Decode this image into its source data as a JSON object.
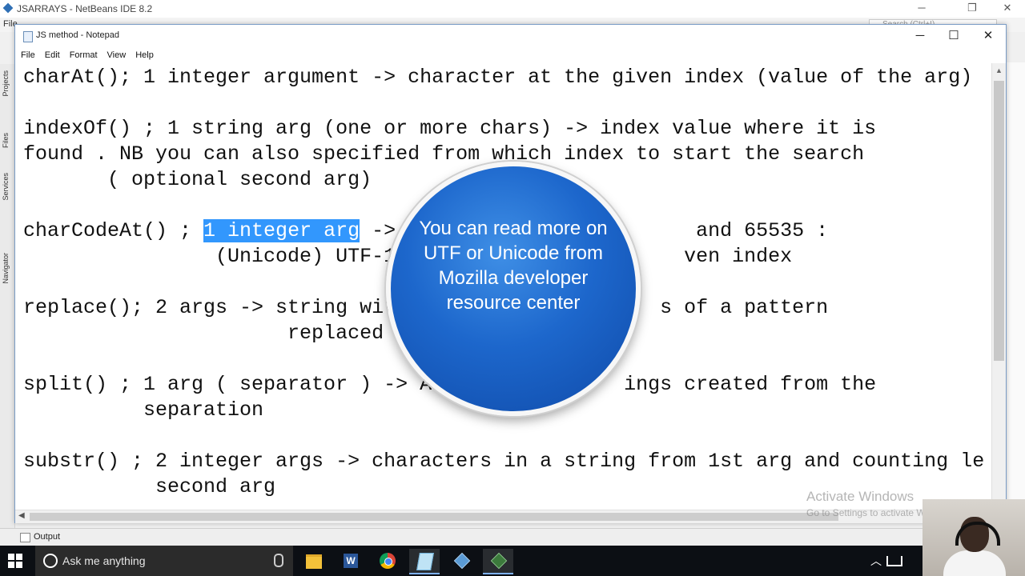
{
  "ide": {
    "title": "JSARRAYS - NetBeans IDE 8.2",
    "menu_first": "File",
    "search_placeholder": "Search (Ctrl+I)",
    "side_tabs": [
      "Projects",
      "Files",
      "Services",
      "Navigator"
    ],
    "output_label": "Output"
  },
  "notepad": {
    "title": "JS method - Notepad",
    "menu": [
      "File",
      "Edit",
      "Format",
      "View",
      "Help"
    ],
    "lines": [
      "charAt(); 1 integer argument -> character at the given index (value of the arg)",
      "",
      "indexOf() ; 1 string arg (one or more chars) -> index value where it is",
      "found . NB you can also specified from which index to start the search",
      "       ( optional second arg)",
      "",
      "charCodeAt() ; ",
      "1 integer arg",
      " ->                         and 65535 :",
      "                (Unicode) UTF-16                       ven index",
      "",
      "replace(); 2 args -> string wit                      s of a pattern",
      "                      replaced b",
      "",
      "split() ; 1 arg ( separator ) -> A                ings created from the",
      "          separation",
      "",
      "substr() ; 2 integer args -> characters in a string from 1st arg and counting le",
      "           second arg"
    ]
  },
  "overlay": {
    "text": "You can read more on UTF or Unicode from Mozilla developer resource center"
  },
  "watermark": {
    "line1": "Activate Windows",
    "line2": "Go to Settings to activate Windows."
  },
  "taskbar": {
    "search_text": "Ask me anything"
  }
}
